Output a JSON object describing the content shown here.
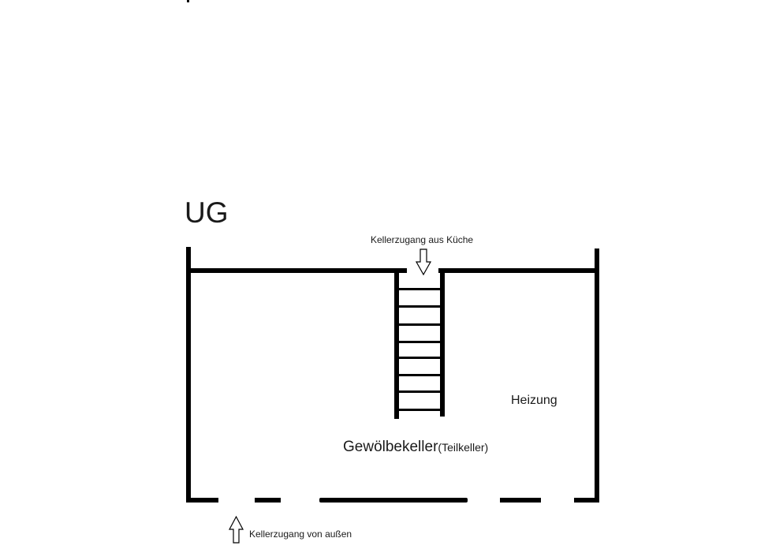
{
  "title": "UG",
  "labels": {
    "top_access": "Kellerzugang aus Küche",
    "heating": "Heizung",
    "cellar_main": "Gewölbekeller",
    "cellar_sub": "(Teilkeller)",
    "outside_access": "Kellerzugang von außen"
  },
  "colors": {
    "wall": "#000000",
    "text": "#1a1a1a"
  },
  "stair_rungs": 8
}
